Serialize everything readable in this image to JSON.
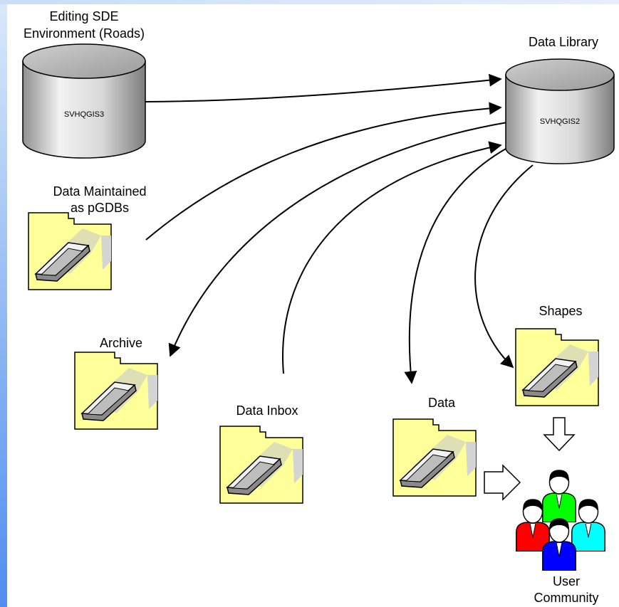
{
  "nodes": {
    "editing_sde": {
      "label_line1": "Editing SDE",
      "label_line2": "Environment (Roads)",
      "server": "SVHQGIS3",
      "icon": "database-icon"
    },
    "data_library": {
      "label": "Data Library",
      "server": "SVHQGIS2",
      "icon": "database-icon"
    },
    "data_maintained": {
      "label_line1": "Data Maintained",
      "label_line2": "as pGDBs",
      "icon": "folder-icon"
    },
    "archive": {
      "label": "Archive",
      "icon": "folder-icon"
    },
    "data_inbox": {
      "label": "Data Inbox",
      "icon": "folder-icon"
    },
    "data": {
      "label": "Data",
      "icon": "folder-icon"
    },
    "shapes": {
      "label": "Shapes",
      "icon": "folder-icon"
    },
    "user_community": {
      "label_line1": "User",
      "label_line2": "Community",
      "icon": "users-group-icon",
      "person_colors": [
        "#ff0000",
        "#00ff00",
        "#00ffff",
        "#0000ff"
      ]
    }
  },
  "colors": {
    "folder_fill": "#ffff99",
    "cylinder_fill": "#d0d0d0",
    "sidebar_accent": "#4f8df0"
  },
  "edges": [
    {
      "from": "Editing SDE",
      "to": "Data Library"
    },
    {
      "from": "Data Maintained",
      "to": "Data Library"
    },
    {
      "from": "Data Inbox",
      "to": "Data Library"
    },
    {
      "from": "Data Library",
      "to": "Archive"
    },
    {
      "from": "Data Library",
      "to": "Data"
    },
    {
      "from": "Data Library",
      "to": "Shapes"
    },
    {
      "from": "Data",
      "to": "User Community"
    },
    {
      "from": "Shapes",
      "to": "User Community"
    }
  ]
}
